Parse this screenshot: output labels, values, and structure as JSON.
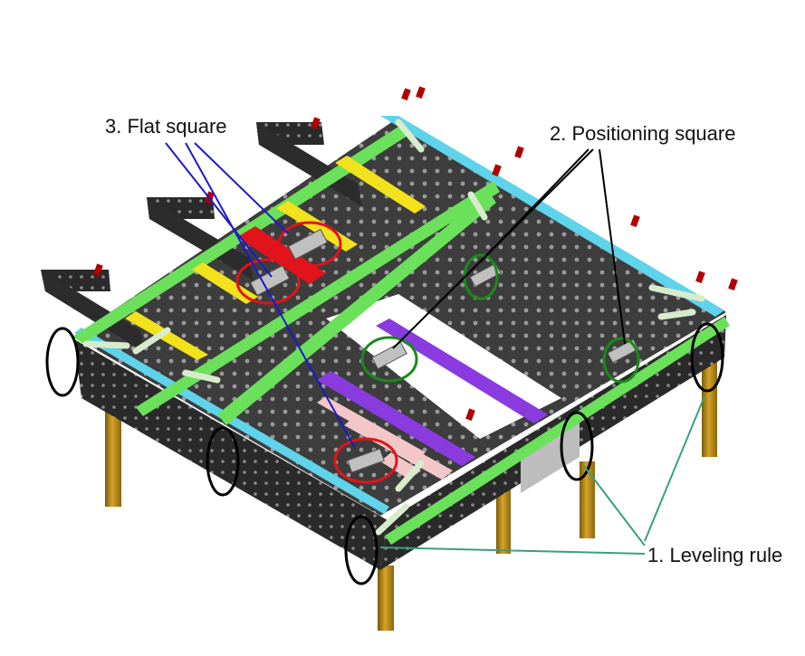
{
  "labels": {
    "flat_square": "3. Flat square",
    "positioning_square": "2. Positioning square",
    "leveling_rule": "1. Leveling rule"
  },
  "colors": {
    "table_top": "#3d3d3d",
    "table_side": "#2a2a2a",
    "hole": "#9a9a9a",
    "cyan_rail": "#5fd3ea",
    "green_rail": "#6be05a",
    "yellow_bar": "#f2e21c",
    "red_bar": "#e0141a",
    "purple_bar": "#8a3be0",
    "pink_bar": "#f3c7c7",
    "leg": "#b8860b",
    "circle_red": "#e0141a",
    "circle_green": "#1a8a1a",
    "circle_black": "#000000",
    "leader_blue": "#1a1acc",
    "leader_black": "#000000",
    "leader_green": "#3aa07a"
  },
  "icons": {
    "clamp": "toggle-clamp-icon",
    "square": "square-block-icon"
  }
}
